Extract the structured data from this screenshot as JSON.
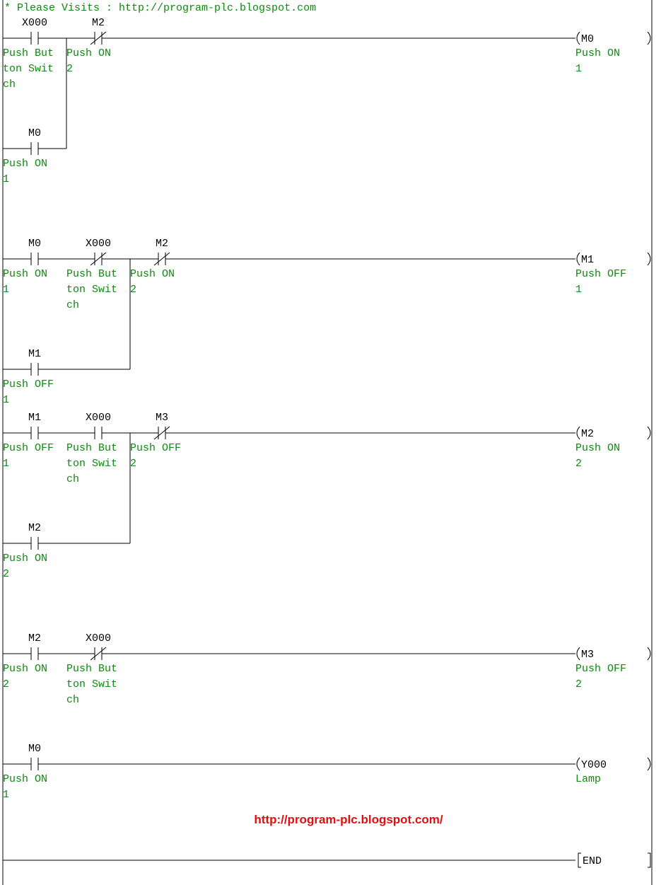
{
  "header_comment": "* Please Visits : http://program-plc.blogspot.com",
  "watermark": "http://program-plc.blogspot.com/",
  "colors": {
    "wire": "#000000",
    "device": "#000000",
    "comment": "#118811",
    "watermark": "#dd1111"
  },
  "contacts": [
    {
      "id": "r1-x000",
      "type": "no",
      "device": "X000",
      "comment": [
        "Push But",
        "ton Swit",
        "ch"
      ]
    },
    {
      "id": "r1-m2",
      "type": "nc",
      "device": "M2",
      "comment": [
        "Push ON",
        "2"
      ]
    },
    {
      "id": "r1-m0-branch",
      "type": "no",
      "device": "M0",
      "comment": [
        "Push ON",
        "1"
      ]
    },
    {
      "id": "r2-m0",
      "type": "no",
      "device": "M0",
      "comment": [
        "Push ON",
        "1"
      ]
    },
    {
      "id": "r2-x000",
      "type": "nc",
      "device": "X000",
      "comment": [
        "Push But",
        "ton Swit",
        "ch"
      ]
    },
    {
      "id": "r2-m2",
      "type": "nc",
      "device": "M2",
      "comment": [
        "Push ON",
        "2"
      ]
    },
    {
      "id": "r2-m1-branch",
      "type": "no",
      "device": "M1",
      "comment": [
        "Push OFF",
        " 1"
      ]
    },
    {
      "id": "r3-m1",
      "type": "no",
      "device": "M1",
      "comment": [
        "Push OFF",
        " 1"
      ]
    },
    {
      "id": "r3-x000",
      "type": "no",
      "device": "X000",
      "comment": [
        "Push But",
        "ton Swit",
        "ch"
      ]
    },
    {
      "id": "r3-m3",
      "type": "nc",
      "device": "M3",
      "comment": [
        "Push OFF",
        " 2"
      ]
    },
    {
      "id": "r3-m2-branch",
      "type": "no",
      "device": "M2",
      "comment": [
        "Push ON",
        "2"
      ]
    },
    {
      "id": "r4-m2",
      "type": "no",
      "device": "M2",
      "comment": [
        "Push ON",
        "2"
      ]
    },
    {
      "id": "r4-x000",
      "type": "nc",
      "device": "X000",
      "comment": [
        "Push But",
        "ton Swit",
        "ch"
      ]
    },
    {
      "id": "r5-m0",
      "type": "no",
      "device": "M0",
      "comment": [
        "Push ON",
        "1"
      ]
    }
  ],
  "coils": [
    {
      "id": "r1-coil",
      "text": "M0",
      "comment": [
        "Push ON",
        "1"
      ]
    },
    {
      "id": "r2-coil",
      "text": "M1",
      "comment": [
        "Push OFF",
        " 1"
      ]
    },
    {
      "id": "r3-coil",
      "text": "M2",
      "comment": [
        "Push ON",
        "2"
      ]
    },
    {
      "id": "r4-coil",
      "text": "M3",
      "comment": [
        "Push OFF",
        " 2"
      ]
    },
    {
      "id": "r5-coil",
      "text": "Y000",
      "comment": [
        "Lamp"
      ]
    }
  ],
  "end_instruction": {
    "text": "END"
  }
}
